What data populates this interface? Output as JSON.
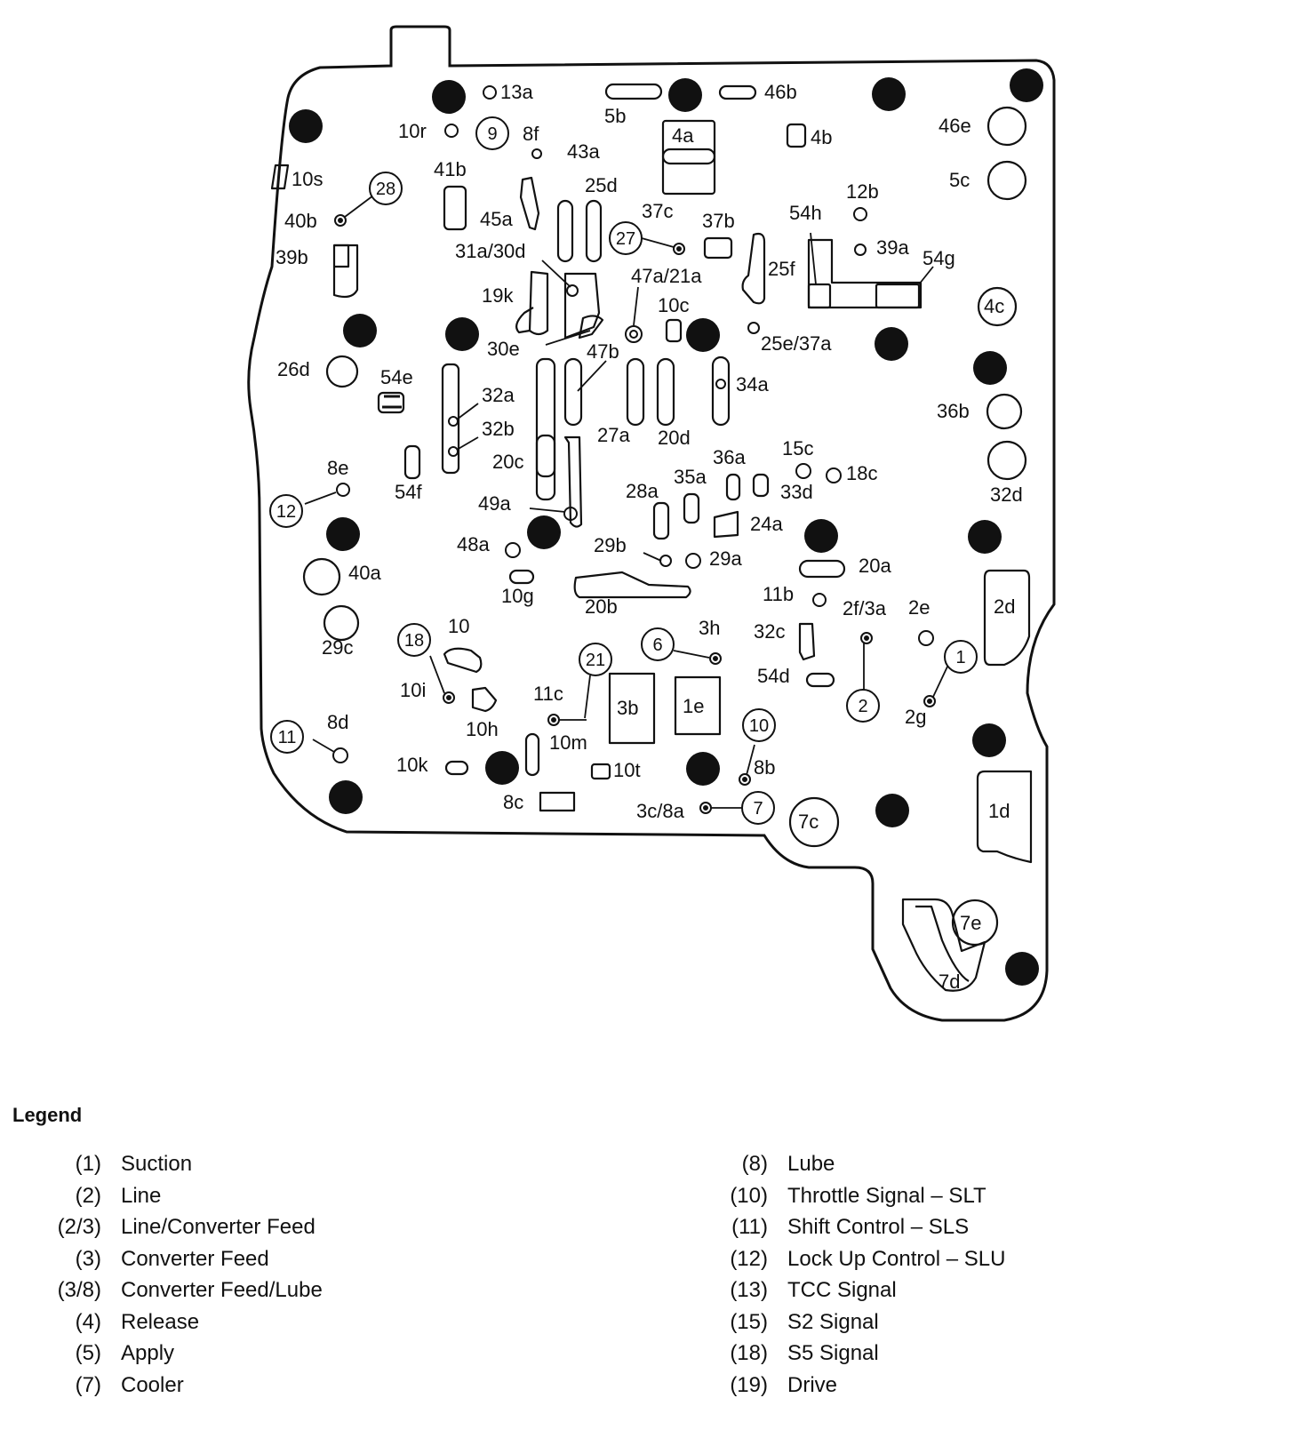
{
  "legend": {
    "title": "Legend",
    "left": [
      {
        "code": "(1)",
        "text": "Suction"
      },
      {
        "code": "(2)",
        "text": "Line"
      },
      {
        "code": "(2/3)",
        "text": "Line/Converter Feed"
      },
      {
        "code": "(3)",
        "text": "Converter Feed"
      },
      {
        "code": "(3/8)",
        "text": "Converter Feed/Lube"
      },
      {
        "code": "(4)",
        "text": "Release"
      },
      {
        "code": "(5)",
        "text": "Apply"
      },
      {
        "code": "(7)",
        "text": "Cooler"
      }
    ],
    "right": [
      {
        "code": "(8)",
        "text": "Lube"
      },
      {
        "code": "(10)",
        "text": "Throttle Signal – SLT"
      },
      {
        "code": "(11)",
        "text": "Shift Control – SLS"
      },
      {
        "code": "(12)",
        "text": "Lock Up Control – SLU"
      },
      {
        "code": "(13)",
        "text": "TCC Signal"
      },
      {
        "code": "(15)",
        "text": "S2 Signal"
      },
      {
        "code": "(18)",
        "text": "S5 Signal"
      },
      {
        "code": "(19)",
        "text": "Drive"
      }
    ]
  },
  "circled_numbers": [
    "9",
    "28",
    "27",
    "12",
    "18",
    "21",
    "6",
    "1",
    "2",
    "10",
    "11",
    "7"
  ],
  "port_labels": [
    "13a",
    "5b",
    "46b",
    "10r",
    "8f",
    "43a",
    "4a",
    "4b",
    "46e",
    "10s",
    "41b",
    "25d",
    "5c",
    "40b",
    "45a",
    "37c",
    "37b",
    "54h",
    "12b",
    "39a",
    "54g",
    "39b",
    "31a/30d",
    "47a/21a",
    "25f",
    "19k",
    "10c",
    "4c",
    "30e",
    "47b",
    "25e/37a",
    "26d",
    "54e",
    "32a",
    "34a",
    "36b",
    "32b",
    "27a",
    "20d",
    "8e",
    "20c",
    "36a",
    "15c",
    "18c",
    "32d",
    "54f",
    "35a",
    "33d",
    "28a",
    "49a",
    "24a",
    "48a",
    "29b",
    "29a",
    "40a",
    "20a",
    "10g",
    "20b",
    "11b",
    "2f/3a",
    "2e",
    "2d",
    "10",
    "32c",
    "29c",
    "3h",
    "3b",
    "1e",
    "54d",
    "10i",
    "11c",
    "2g",
    "10h",
    "8d",
    "10m",
    "8b",
    "10k",
    "10t",
    "8c",
    "3c/8a",
    "7c",
    "1d",
    "7e",
    "7d"
  ]
}
